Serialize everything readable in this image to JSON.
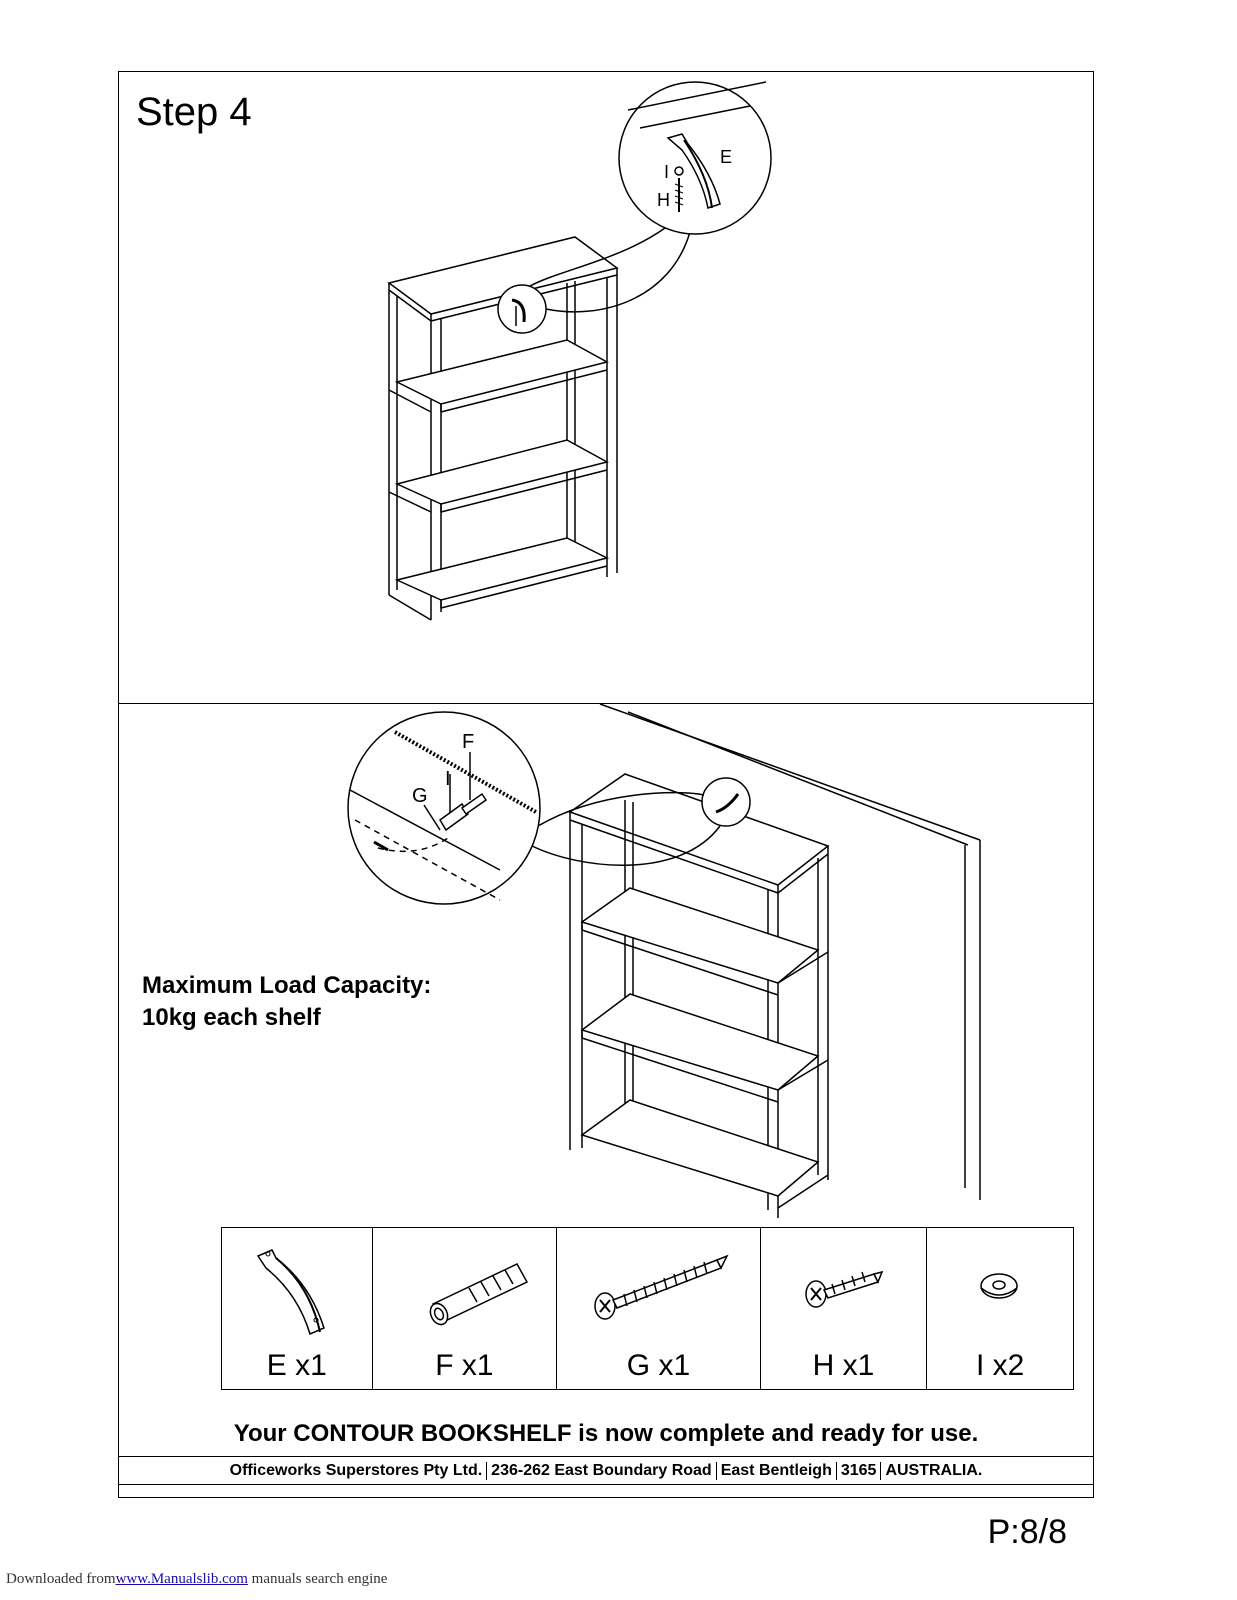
{
  "step": {
    "title": "Step 4"
  },
  "callout_top": {
    "labels": [
      "E",
      "I",
      "H"
    ]
  },
  "callout_bottom": {
    "labels": [
      "F",
      "I",
      "G"
    ]
  },
  "load": {
    "line1": "Maximum Load Capacity:",
    "line2": "10kg each shelf"
  },
  "parts": [
    {
      "icon": "bracket-icon",
      "label": "E x1"
    },
    {
      "icon": "wall-plug-icon",
      "label": "F x1"
    },
    {
      "icon": "long-screw-icon",
      "label": "G x1"
    },
    {
      "icon": "short-screw-icon",
      "label": "H x1"
    },
    {
      "icon": "washer-icon",
      "label": "I x2"
    }
  ],
  "completion": "Your CONTOUR BOOKSHELF is now complete and ready for use.",
  "footer": {
    "company": "Officeworks Superstores Pty Ltd.",
    "address": "236-262  East Boundary Road",
    "suburb": "East Bentleigh",
    "postcode": "3165",
    "country": "AUSTRALIA."
  },
  "page": "P:8/8",
  "downloaded": {
    "prefix": "Downloaded from",
    "link": "www.Manualslib.com",
    "suffix": " manuals search engine"
  }
}
